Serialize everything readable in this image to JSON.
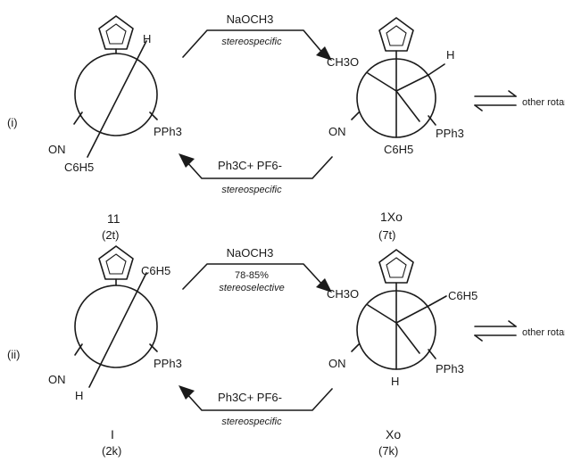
{
  "scheme": {
    "part1": {
      "label": "(i)",
      "left": {
        "substituent_top": "H",
        "substituent_left": "ON",
        "substituent_bottom": "C6H5",
        "substituent_right": "PPh3",
        "compound": "11",
        "ref": "(2t)"
      },
      "right": {
        "substituent_methoxy": "CH3O",
        "substituent_top_right": "H",
        "substituent_front_left": "ON",
        "substituent_back_bottom": "C6H5",
        "substituent_front_right": "PPh3",
        "compound": "1Xo",
        "ref": "(7t)"
      },
      "forward_reagent": "NaOCH3",
      "forward_note": "stereospecific",
      "reverse_reagent": "Ph3C+ PF6-",
      "reverse_note": "stereospecific",
      "equilibrium": "other rotamers"
    },
    "part2": {
      "label": "(ii)",
      "left": {
        "substituent_top": "C6H5",
        "substituent_left": "ON",
        "substituent_bottom": "H",
        "substituent_right": "PPh3",
        "compound": "I",
        "ref": "(2k)"
      },
      "right": {
        "substituent_methoxy": "CH3O",
        "substituent_top_right": "C6H5",
        "substituent_front_left": "ON",
        "substituent_back_bottom": "H",
        "substituent_front_right": "PPh3",
        "compound": "Xo",
        "ref": "(7k)"
      },
      "forward_reagent": "NaOCH3",
      "forward_yield": "78-85%",
      "forward_note": "stereoselective",
      "reverse_reagent": "Ph3C+ PF6-",
      "reverse_note": "stereospecific",
      "equilibrium": "other rotamers"
    }
  }
}
